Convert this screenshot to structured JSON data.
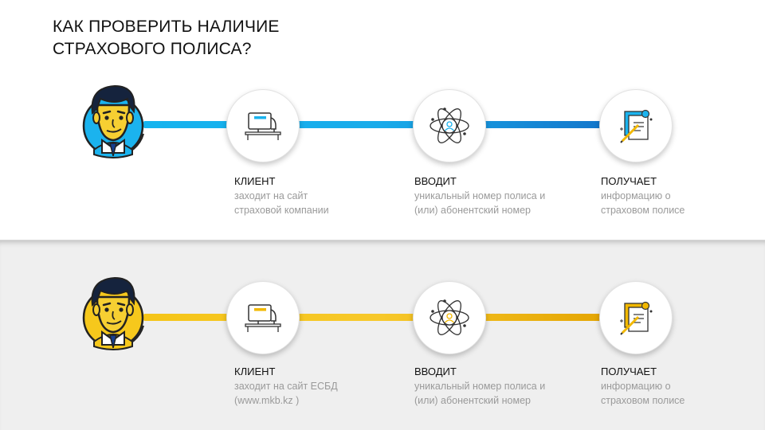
{
  "title": {
    "line1": "КАК ПРОВЕРИТЬ НАЛИЧИЕ",
    "line2": "СТРАХОВОГО ПОЛИСА?"
  },
  "colors": {
    "blue_accent": "#15b4ef",
    "blue_dark": "#1373c9",
    "yellow_accent": "#f5c518",
    "yellow_dark": "#e3a300",
    "band_background": "#efefef"
  },
  "row1": {
    "step1": {
      "icon": "computer-icon",
      "heading": "КЛИЕНТ",
      "line1": "заходит на сайт",
      "line2": "страховой компании"
    },
    "step2": {
      "icon": "atom-user-icon",
      "heading": "ВВОДИТ",
      "line1": "уникальный номер полиса и",
      "line2": "(или) абонентский номер"
    },
    "step3": {
      "icon": "document-check-icon",
      "heading": "ПОЛУЧАЕТ",
      "line1": "информацию о",
      "line2": "страховом полисе"
    }
  },
  "row2": {
    "step1": {
      "icon": "computer-icon",
      "heading": "КЛИЕНТ",
      "line1": "заходит на сайт ЕСБД",
      "line2": "(www.mkb.kz )"
    },
    "step2": {
      "icon": "atom-user-icon",
      "heading": "ВВОДИТ",
      "line1": "уникальный номер полиса и",
      "line2": "(или) абонентский номер"
    },
    "step3": {
      "icon": "document-check-icon",
      "heading": "ПОЛУЧАЕТ",
      "line1": "информацию о",
      "line2": "страховом полисе"
    }
  }
}
